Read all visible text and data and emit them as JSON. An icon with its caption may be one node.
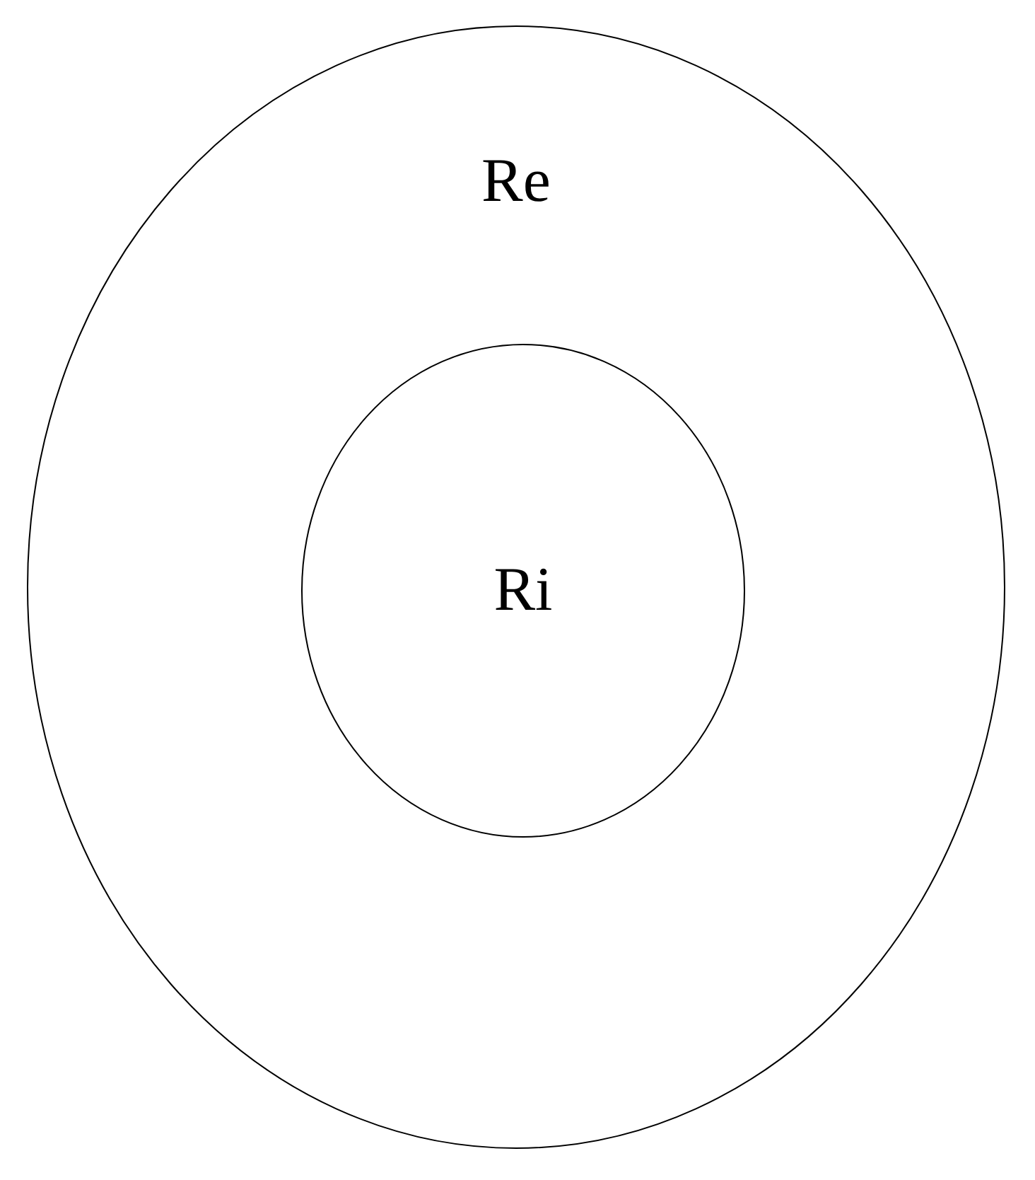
{
  "diagram": {
    "nodes": [
      {
        "text": [
          "Re"
        ]
      },
      {
        "text": [
          "Ri"
        ],
        "in": 0
      }
    ],
    "edges": []
  }
}
